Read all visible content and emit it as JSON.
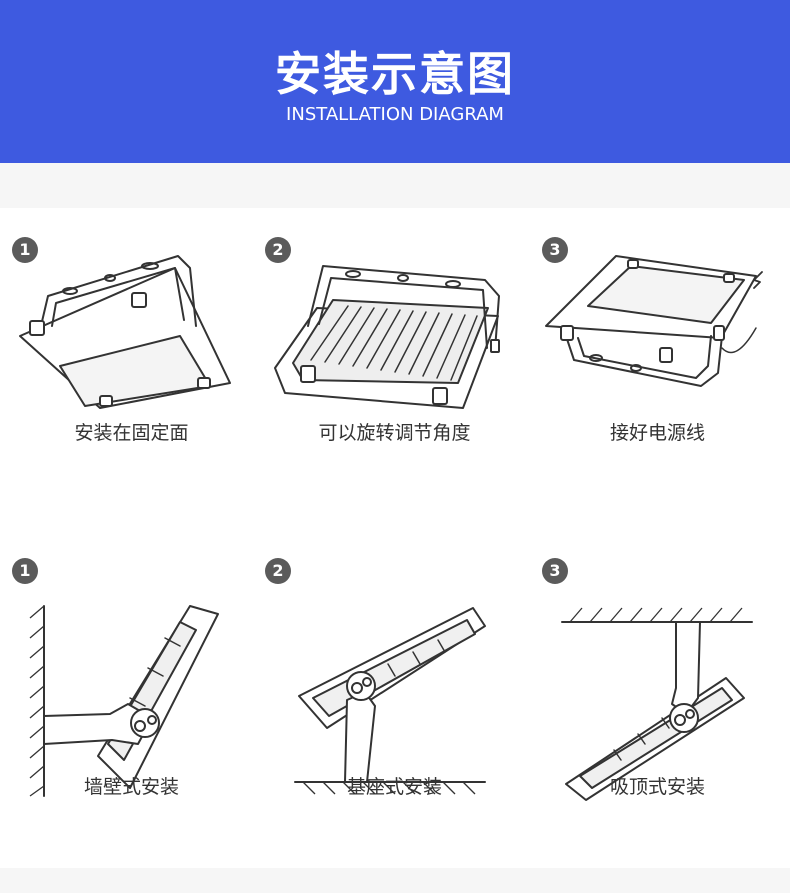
{
  "header": {
    "title": "安装示意图",
    "subtitle": "INSTALLATION DIAGRAM",
    "background": "#3e5ae0"
  },
  "row1": [
    {
      "number": "1",
      "caption": "安装在固定面"
    },
    {
      "number": "2",
      "caption": "可以旋转调节角度"
    },
    {
      "number": "3",
      "caption": "接好电源线"
    }
  ],
  "row2": [
    {
      "number": "1",
      "caption": "墙壁式安装"
    },
    {
      "number": "2",
      "caption": "基座式安装"
    },
    {
      "number": "3",
      "caption": "吸顶式安装"
    }
  ]
}
